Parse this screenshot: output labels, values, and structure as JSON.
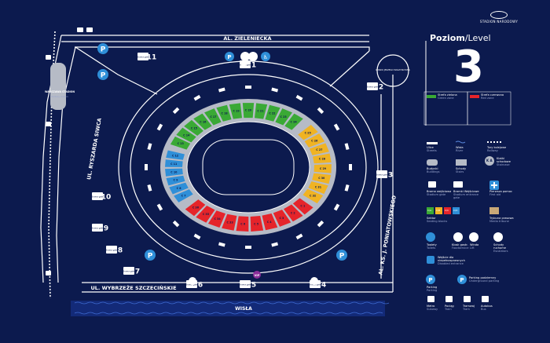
{
  "header": {
    "logo_text": "STADION NARODOWY"
  },
  "level": {
    "label_pl": "Poziom",
    "label_en": "Level",
    "number": "3"
  },
  "streets": {
    "north": "AL. ZIELENIECKA",
    "west": "UL. RYSZARDA SIWCA",
    "south": "UL. WYBRZEŻE SZCZECIŃSKIE",
    "east": "AL. KS. J. PONIATOWSKIEGO",
    "river": "WISŁA",
    "rondo": "RONDO JERZEGO WASZYNGTONA"
  },
  "station": {
    "name": "STADION",
    "name2": "WARSZAWA STADION",
    "sub": "Railway station"
  },
  "gates": [
    {
      "num": "1"
    },
    {
      "num": "2"
    },
    {
      "num": "3"
    },
    {
      "num": "4"
    },
    {
      "num": "5"
    },
    {
      "num": "6"
    },
    {
      "num": "7"
    },
    {
      "num": "8"
    },
    {
      "num": "9"
    },
    {
      "num": "10"
    },
    {
      "num": "11"
    }
  ],
  "gate_label": "Brama gate",
  "vip_label": "VIP",
  "sectors_green": [
    "C 13",
    "C 14",
    "C 15",
    "C 16",
    "C 17",
    "C 18",
    "C 19",
    "C 20",
    "C 21",
    "C 22",
    "C 23",
    "C 24"
  ],
  "sectors_yellow": [
    "C 25",
    "C 26",
    "C 27",
    "C 28",
    "C 29",
    "C 30",
    "C 31",
    "C 32"
  ],
  "sectors_red": [
    "C 1",
    "C 2",
    "C 3",
    "C 4",
    "C 5",
    "C 6",
    "C 33",
    "C 34",
    "C 35",
    "C 36"
  ],
  "sectors_blue": [
    "C 7",
    "C 8",
    "C 9",
    "C 10",
    "C 11",
    "C 12"
  ],
  "legend": {
    "zone_green": "Strefa zielona",
    "zone_green_en": "Green zone",
    "zone_red": "Strefa czerwona",
    "zone_red_en": "Red zone",
    "street": "Ulice",
    "street_en": "Streets",
    "river": "Wisła",
    "river_en": "River",
    "railway": "Tory kolejowe",
    "railway_en": "Railway",
    "buildings": "Budynki",
    "buildings_en": "Buildings",
    "stairs": "Schody",
    "stairs_en": "Stairs",
    "staircase": "Klatki schodowe",
    "staircase_en": "Staircase",
    "gate": "Brama wejściowa",
    "gate_en": "Stadium gate",
    "turnstile": "Bramki Wejściowe",
    "turnstile_en": "Stadium entrance gate",
    "firstaid": "Pierwsza pomoc",
    "firstaid_en": "First aid",
    "sector": "Sektor",
    "sector_en": "Seating blocks",
    "tribune": "Trybuna prasowa",
    "tribune_en": "Media tribune",
    "toilets": "Toalety",
    "toilets_en": "Toilets",
    "food": "Kiosk gastr.",
    "food_en": "Foodservice",
    "lift": "Winda",
    "lift_en": "Lift",
    "escalator": "Schody ruchome",
    "escalator_en": "Escalators",
    "disabled": "Wejście dla niepełnosprawnych",
    "disabled_en": "Disabled entrance",
    "parking": "Parking",
    "parking_en": "Parking",
    "underground": "Parking podziemny",
    "underground_en": "Underground parking",
    "metro": "Metro",
    "metro_en": "Subway",
    "train": "Pociąg",
    "train_en": "Train",
    "tram": "Tramwaj",
    "tram_en": "Tram",
    "bus": "Autobus",
    "bus_en": "Bus",
    "sector_codes": [
      "C/A",
      "C/B",
      "C/C",
      "C/D"
    ],
    "stair_codes": "K A"
  },
  "colors": {
    "bg": "#0c1a4e",
    "green": "#3aa935",
    "yellow": "#f0b323",
    "red": "#e5242a",
    "blue": "#2f8fd8",
    "concourse": "#b6bbc6"
  }
}
